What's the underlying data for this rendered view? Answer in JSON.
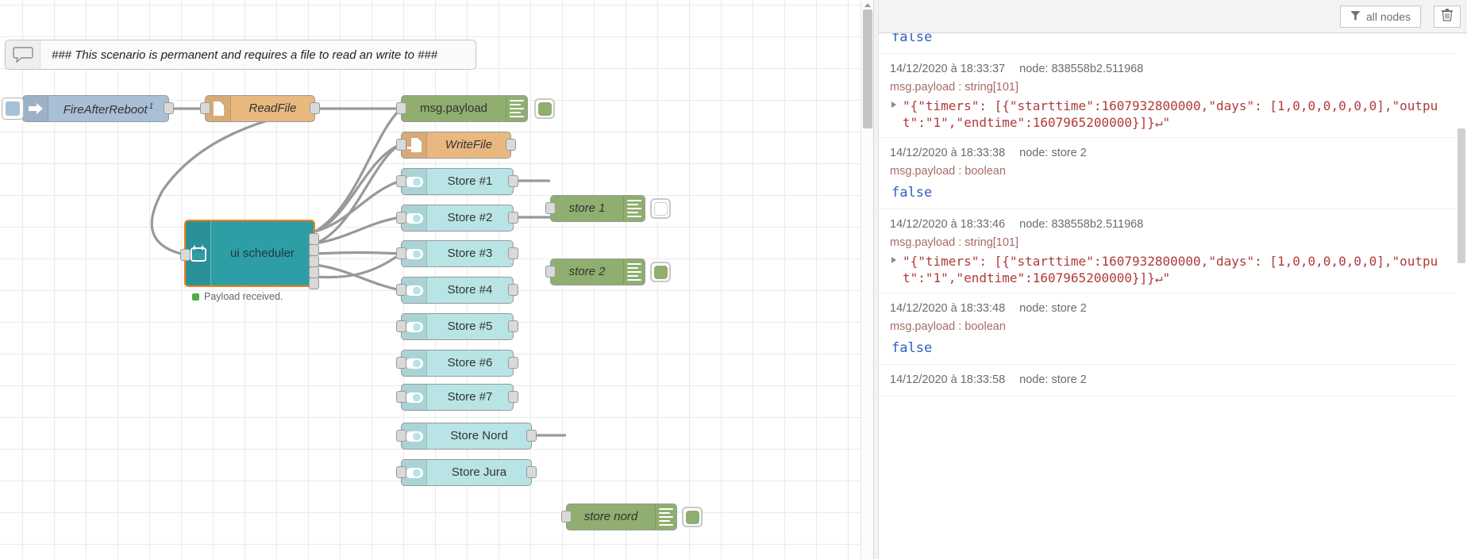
{
  "canvas": {
    "comment": {
      "text": "### This scenario is permanent and requires a file to read an write to ###",
      "icon": "comment-icon"
    },
    "nodes": [
      {
        "id": "fire-after-reboot",
        "label": "FireAfterReboot",
        "sup": "1",
        "type": "inject",
        "color": "blue",
        "icon": "arrow-right-icon",
        "italic": true
      },
      {
        "id": "read-file",
        "label": "ReadFile",
        "type": "file-in",
        "color": "orange",
        "icon": "file-in-icon",
        "italic": true
      },
      {
        "id": "msg-payload-debug",
        "label": "msg.payload",
        "type": "debug",
        "color": "green",
        "icon": "debug-icon",
        "italic": false,
        "toggle": "on"
      },
      {
        "id": "write-file",
        "label": "WriteFile",
        "type": "file-out",
        "color": "orange",
        "icon": "file-out-icon",
        "italic": true
      },
      {
        "id": "store-1",
        "label": "Store #1",
        "type": "switch",
        "color": "teal",
        "icon": "toggle-icon",
        "italic": false
      },
      {
        "id": "store-2",
        "label": "Store #2",
        "type": "switch",
        "color": "teal",
        "icon": "toggle-icon",
        "italic": false
      },
      {
        "id": "store-3",
        "label": "Store #3",
        "type": "switch",
        "color": "teal",
        "icon": "toggle-icon",
        "italic": false
      },
      {
        "id": "store-4",
        "label": "Store #4",
        "type": "switch",
        "color": "teal",
        "icon": "toggle-icon",
        "italic": false
      },
      {
        "id": "store-5",
        "label": "Store #5",
        "type": "switch",
        "color": "teal",
        "icon": "toggle-icon",
        "italic": false
      },
      {
        "id": "store-6",
        "label": "Store #6",
        "type": "switch",
        "color": "teal",
        "icon": "toggle-icon",
        "italic": false
      },
      {
        "id": "store-7",
        "label": "Store #7",
        "type": "switch",
        "color": "teal",
        "icon": "toggle-icon",
        "italic": false
      },
      {
        "id": "store-nord",
        "label": "Store Nord",
        "type": "switch",
        "color": "teal",
        "icon": "toggle-icon",
        "italic": false
      },
      {
        "id": "store-jura",
        "label": "Store Jura",
        "type": "switch",
        "color": "teal",
        "icon": "toggle-icon",
        "italic": false
      },
      {
        "id": "debug-store-1",
        "label": "store 1",
        "type": "debug",
        "color": "green",
        "icon": "debug-icon",
        "italic": true,
        "toggle": "off"
      },
      {
        "id": "debug-store-2",
        "label": "store 2",
        "type": "debug",
        "color": "green",
        "icon": "debug-icon",
        "italic": true,
        "toggle": "on"
      },
      {
        "id": "debug-store-nord",
        "label": "store nord",
        "type": "debug",
        "color": "green",
        "icon": "debug-icon",
        "italic": true,
        "toggle": "on"
      },
      {
        "id": "ui-scheduler",
        "label": "ui scheduler",
        "type": "scheduler",
        "color": "sched",
        "icon": "calendar-icon",
        "italic": false,
        "selected": true
      }
    ],
    "scheduler_status": "Payload received.",
    "scheduler_status_color": "#4cae4c"
  },
  "sidebar": {
    "filter_button": "all nodes",
    "filter_icon": "funnel-icon",
    "clear_icon": "trash-icon",
    "messages": [
      {
        "clipped_bool": "false",
        "is_clipped_top": true
      },
      {
        "timestamp": "14/12/2020 à 18:33:37",
        "node": "node: 838558b2.511968",
        "topic": "msg.payload : string[101]",
        "value": "\"{\"timers\": [{\"starttime\":1607932800000,\"days\": [1,0,0,0,0,0,0],\"output\":\"1\",\"endtime\":1607965200000}]}↵\"",
        "expandable": true
      },
      {
        "timestamp": "14/12/2020 à 18:33:38",
        "node": "node: store 2",
        "topic": "msg.payload : boolean",
        "bool_value": "false"
      },
      {
        "timestamp": "14/12/2020 à 18:33:46",
        "node": "node: 838558b2.511968",
        "topic": "msg.payload : string[101]",
        "value": "\"{\"timers\": [{\"starttime\":1607932800000,\"days\": [1,0,0,0,0,0,0],\"output\":\"1\",\"endtime\":1607965200000}]}↵\"",
        "expandable": true
      },
      {
        "timestamp": "14/12/2020 à 18:33:48",
        "node": "node: store 2",
        "topic": "msg.payload : boolean",
        "bool_value": "false"
      },
      {
        "timestamp": "14/12/2020 à 18:33:58",
        "node": "node: store 2"
      }
    ]
  }
}
